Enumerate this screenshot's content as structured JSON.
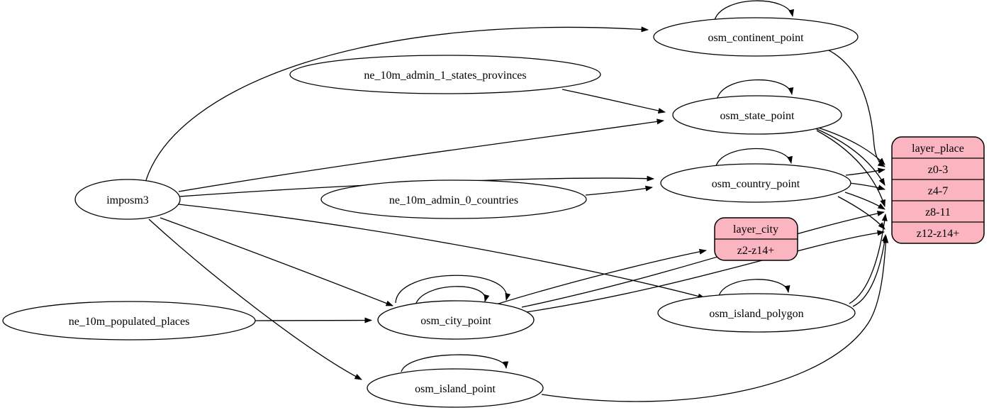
{
  "diagram": {
    "kind": "etl-graph",
    "colors": {
      "background": "#ffffff",
      "node_fill": "#ffffff",
      "record_fill": "#FBB5C0",
      "stroke": "#000000"
    }
  },
  "nodes": {
    "imposm3": {
      "label": "imposm3"
    },
    "ne_10m_admin_1_states_provinces": {
      "label": "ne_10m_admin_1_states_provinces"
    },
    "ne_10m_admin_0_countries": {
      "label": "ne_10m_admin_0_countries"
    },
    "ne_10m_populated_places": {
      "label": "ne_10m_populated_places"
    },
    "osm_continent_point": {
      "label": "osm_continent_point"
    },
    "osm_state_point": {
      "label": "osm_state_point"
    },
    "osm_country_point": {
      "label": "osm_country_point"
    },
    "osm_city_point": {
      "label": "osm_city_point"
    },
    "osm_island_polygon": {
      "label": "osm_island_polygon"
    },
    "osm_island_point": {
      "label": "osm_island_point"
    }
  },
  "records": {
    "layer_place": {
      "title": "layer_place",
      "rows": [
        "z0-3",
        "z4-7",
        "z8-11",
        "z12-z14+"
      ]
    },
    "layer_city": {
      "title": "layer_city",
      "rows": [
        "z2-z14+"
      ]
    }
  },
  "edges": [
    {
      "from": "imposm3",
      "to": "osm_continent_point"
    },
    {
      "from": "imposm3",
      "to": "osm_state_point"
    },
    {
      "from": "imposm3",
      "to": "osm_country_point"
    },
    {
      "from": "imposm3",
      "to": "osm_city_point"
    },
    {
      "from": "imposm3",
      "to": "osm_island_polygon"
    },
    {
      "from": "imposm3",
      "to": "osm_island_point"
    },
    {
      "from": "ne_10m_admin_1_states_provinces",
      "to": "osm_state_point"
    },
    {
      "from": "ne_10m_admin_0_countries",
      "to": "osm_country_point"
    },
    {
      "from": "ne_10m_populated_places",
      "to": "osm_city_point"
    },
    {
      "from": "osm_continent_point",
      "to": "osm_continent_point"
    },
    {
      "from": "osm_state_point",
      "to": "osm_state_point"
    },
    {
      "from": "osm_country_point",
      "to": "osm_country_point"
    },
    {
      "from": "osm_city_point",
      "to": "osm_city_point"
    },
    {
      "from": "osm_city_point",
      "to": "osm_city_point"
    },
    {
      "from": "osm_island_polygon",
      "to": "osm_island_polygon"
    },
    {
      "from": "osm_island_point",
      "to": "osm_island_point"
    },
    {
      "from": "osm_continent_point",
      "to": "layer_place:z0-3"
    },
    {
      "from": "osm_state_point",
      "to": "layer_place:z0-3"
    },
    {
      "from": "osm_state_point",
      "to": "layer_place:z4-7"
    },
    {
      "from": "osm_state_point",
      "to": "layer_place:z8-11"
    },
    {
      "from": "osm_country_point",
      "to": "layer_place:z0-3"
    },
    {
      "from": "osm_country_point",
      "to": "layer_place:z4-7"
    },
    {
      "from": "osm_country_point",
      "to": "layer_place:z8-11"
    },
    {
      "from": "osm_country_point",
      "to": "layer_place:z12-z14+"
    },
    {
      "from": "osm_city_point",
      "to": "layer_city:z2-z14+"
    },
    {
      "from": "osm_city_point",
      "to": "layer_place:z8-11"
    },
    {
      "from": "osm_city_point",
      "to": "layer_place:z12-z14+"
    },
    {
      "from": "osm_island_polygon",
      "to": "layer_place:z8-11"
    },
    {
      "from": "osm_island_polygon",
      "to": "layer_place:z12-z14+"
    },
    {
      "from": "osm_island_point",
      "to": "layer_place:z12-z14+"
    }
  ]
}
